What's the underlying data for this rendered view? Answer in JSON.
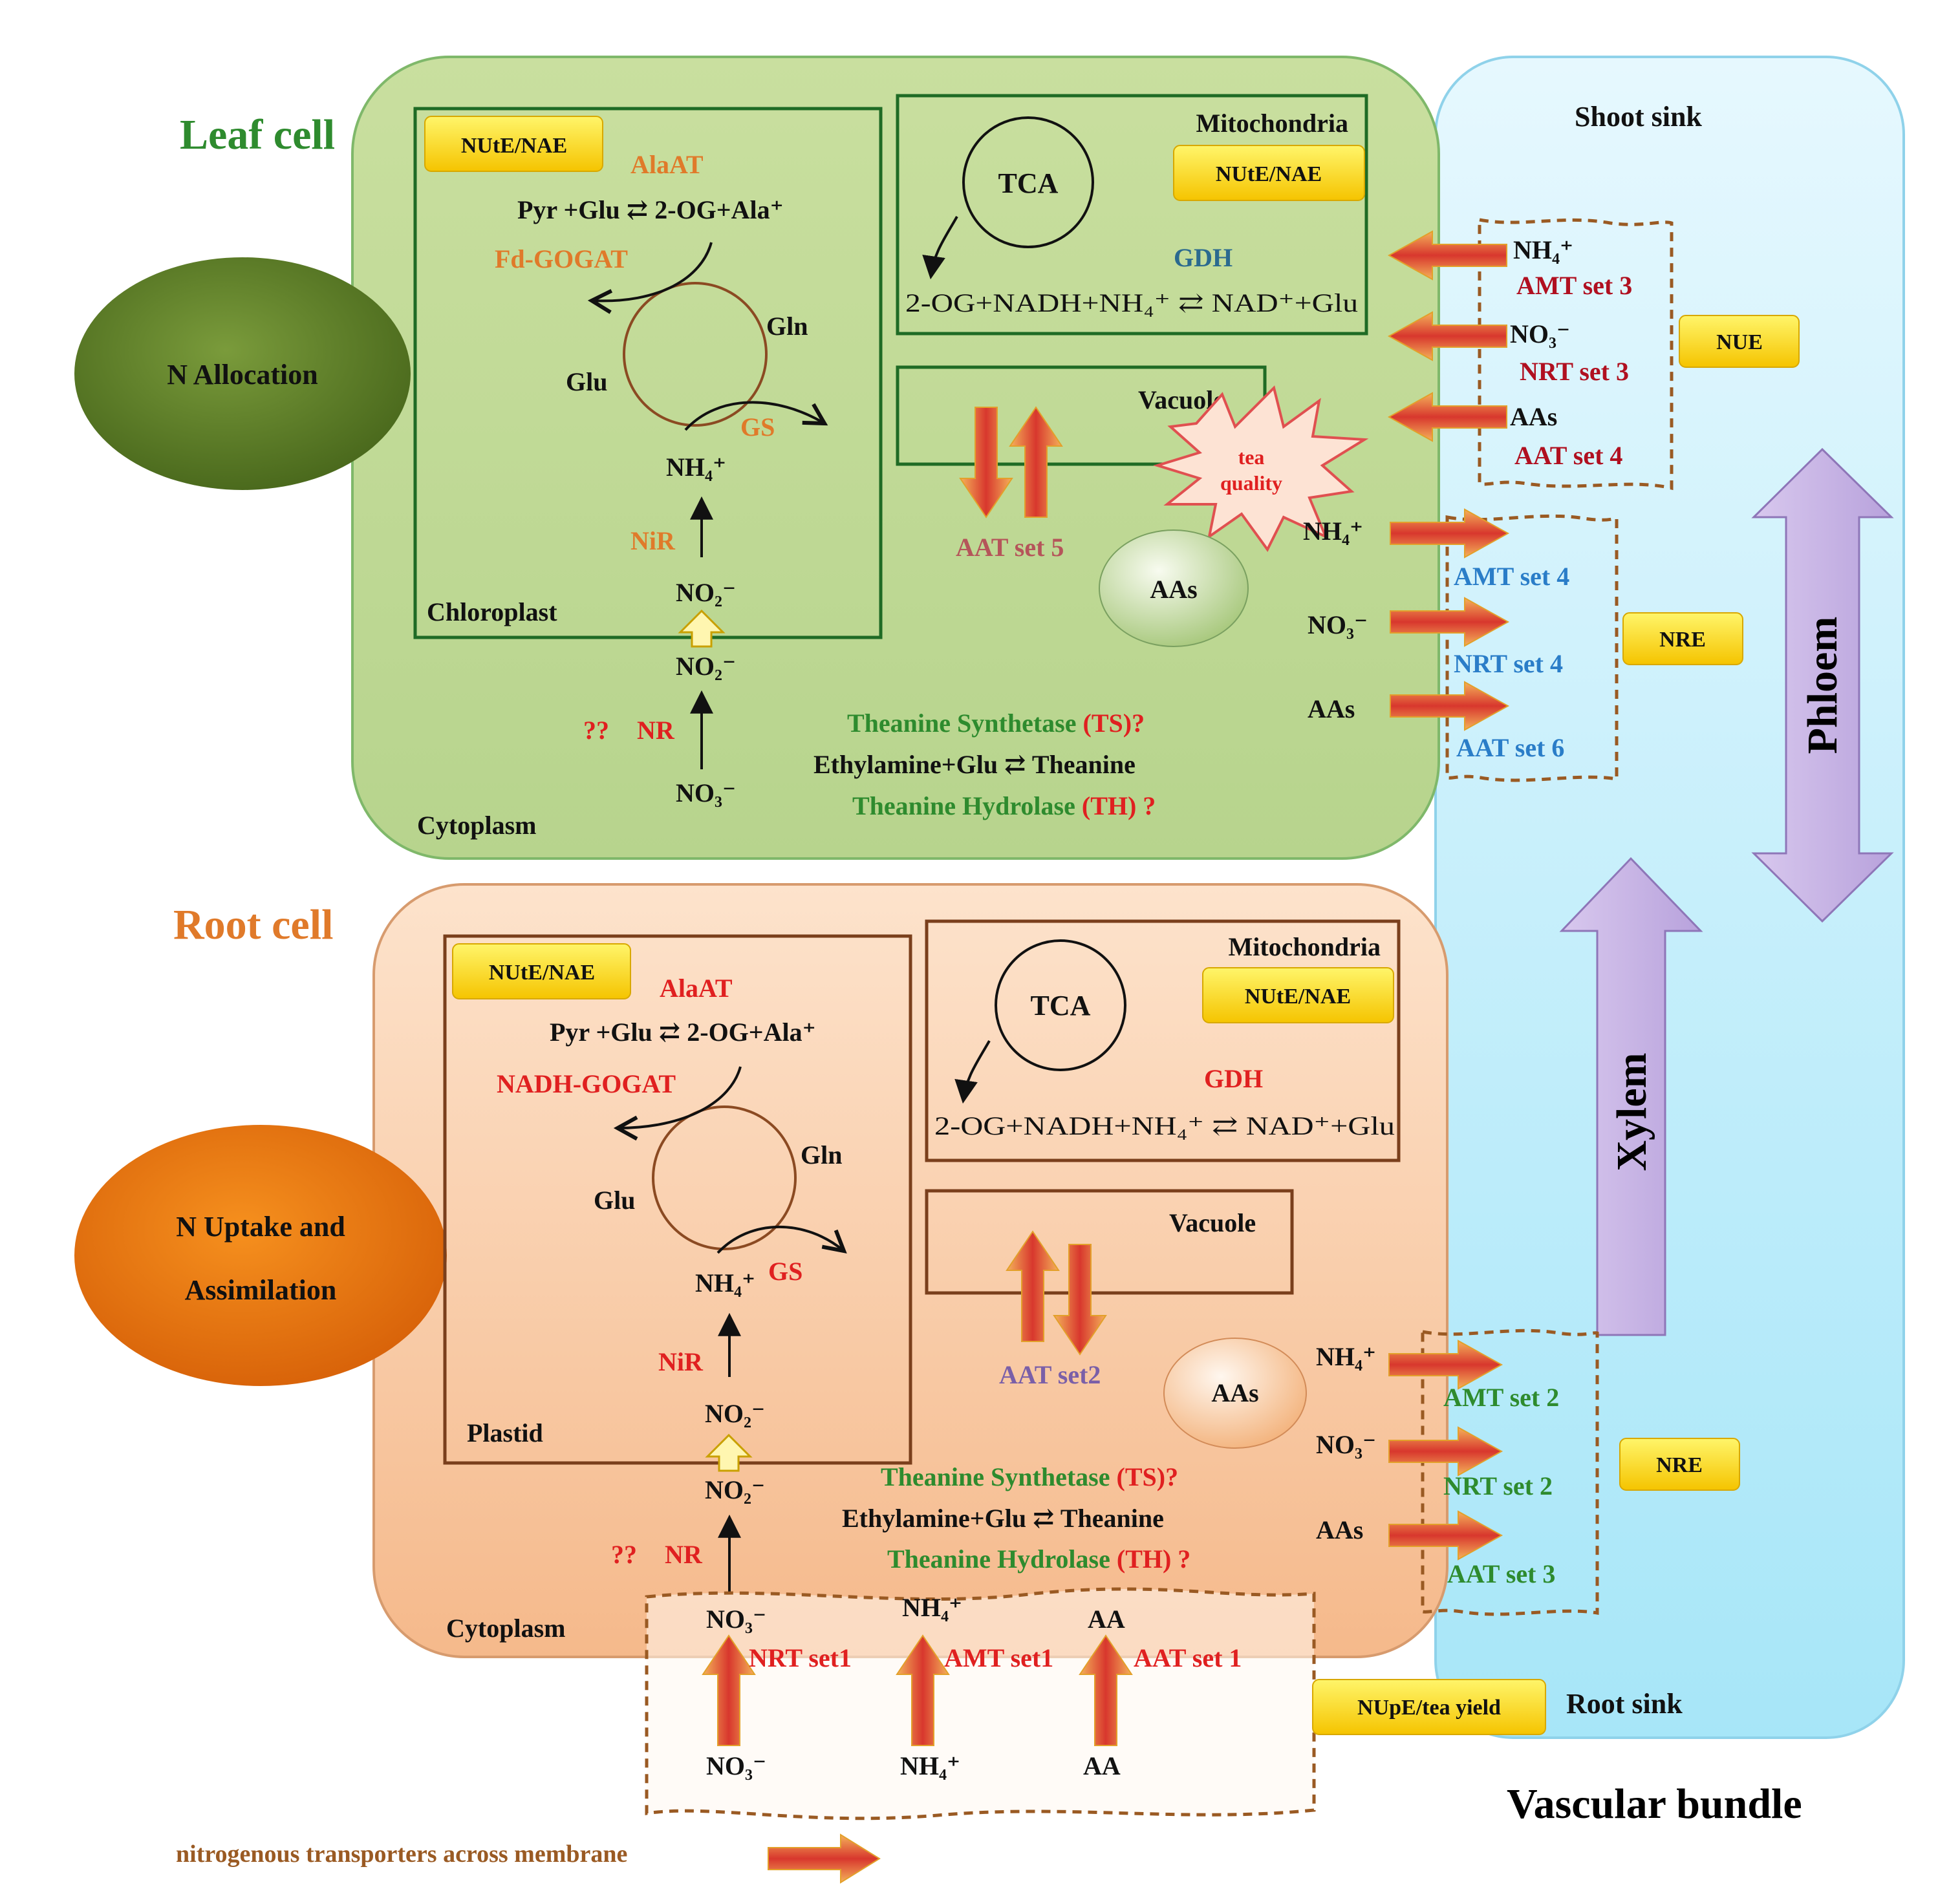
{
  "leaf": {
    "title": "Leaf cell",
    "oval": "N Allocation",
    "chloroplast": {
      "badge": "NUtE/NAE",
      "alaat": "AlaAT",
      "reaction1": "Pyr +Glu ⇄ 2-OG+Ala⁺",
      "gogat": "Fd-GOGAT",
      "gln": "Gln",
      "glu": "Glu",
      "gs": "GS",
      "nh4": "NH₄⁺",
      "nir": "NiR",
      "no2": "NO₂⁻",
      "label": "Chloroplast"
    },
    "mito": {
      "label": "Mitochondria",
      "tca": "TCA",
      "badge": "NUtE/NAE",
      "gdh": "GDH",
      "reaction": "2-OG+NADH+NH₄⁺ ⇄ NAD⁺+Glu"
    },
    "vacuole": "Vacuole",
    "tea_quality": [
      "tea",
      "quality"
    ],
    "aat5": "AAT set 5",
    "aas": "AAs",
    "no2_cyto": "NO₂⁻",
    "no3_cyto": "NO₃⁻",
    "nr_q": "??",
    "nr": "NR",
    "ts": "Theanine Synthetase",
    "ts_abbr": "(TS)?",
    "theanine_rx": "Ethylamine+Glu ⇄ Theanine",
    "th": "Theanine Hydrolase",
    "th_abbr": "(TH) ?",
    "cytoplasm": "Cytoplasm"
  },
  "root": {
    "title": "Root cell",
    "oval": [
      "N Uptake and",
      "Assimilation"
    ],
    "plastid": {
      "badge": "NUtE/NAE",
      "alaat": "AlaAT",
      "reaction1": "Pyr +Glu ⇄ 2-OG+Ala⁺",
      "gogat": "NADH-GOGAT",
      "gln": "Gln",
      "glu": "Glu",
      "gs": "GS",
      "nh4": "NH₄⁺",
      "nir": "NiR",
      "no2": "NO₂⁻",
      "label": "Plastid"
    },
    "mito": {
      "label": "Mitochondria",
      "tca": "TCA",
      "badge": "NUtE/NAE",
      "gdh": "GDH",
      "reaction": "2-OG+NADH+NH₄⁺ ⇄ NAD⁺+Glu"
    },
    "vacuole": "Vacuole",
    "aat2": "AAT set2",
    "aas": "AAs",
    "no2_cyto": "NO₂⁻",
    "nr_q": "??",
    "nr": "NR",
    "ts": "Theanine Synthetase",
    "ts_abbr": "(TS)?",
    "theanine_rx": "Ethylamine+Glu ⇄ Theanine",
    "th": "Theanine Hydrolase",
    "th_abbr": "(TH) ?",
    "cytoplasm": "Cytoplasm",
    "uptake": {
      "inner": [
        "NO₃⁻",
        "NH₄⁺",
        "AA"
      ],
      "transporters": [
        "NRT set1",
        "AMT set1",
        "AAT set 1"
      ],
      "outer": [
        "NO₃⁻",
        "NH₄⁺",
        "AA"
      ]
    }
  },
  "vascular": {
    "shoot_sink": "Shoot sink",
    "root_sink": "Root sink",
    "label": "Vascular bundle",
    "phloem": "Phloem",
    "xylem": "Xylem",
    "leaf_in": {
      "species": [
        "NH₄⁺",
        "NO₃⁻",
        "AAs"
      ],
      "sets": [
        "AMT set 3",
        "NRT set 3",
        "AAT set 4"
      ]
    },
    "leaf_out": {
      "species": [
        "NH₄⁺",
        "NO₃⁻",
        "AAs"
      ],
      "sets": [
        "AMT set 4",
        "NRT set 4",
        "AAT set 6"
      ]
    },
    "root_out": {
      "species": [
        "NH₄⁺",
        "NO₃⁻",
        "AAs"
      ],
      "sets": [
        "AMT set 2",
        "NRT set 2",
        "AAT set 3"
      ]
    },
    "nue": "NUE",
    "nre_leaf": "NRE",
    "nre_root": "NRE",
    "nupe": "NUpE/tea yield"
  },
  "legend": "nitrogenous transporters across membrane",
  "colors": {
    "leaf_cell": "#c5dca0",
    "root_cell": "#f8cba5",
    "vascular": "#c6eefa",
    "allocation_oval": "#5e7f2b",
    "uptake_oval": "#e8720c",
    "badge": "#ffd800",
    "transport_arrow": "#d9473a",
    "flow_arrow": "#c9b6e4"
  }
}
